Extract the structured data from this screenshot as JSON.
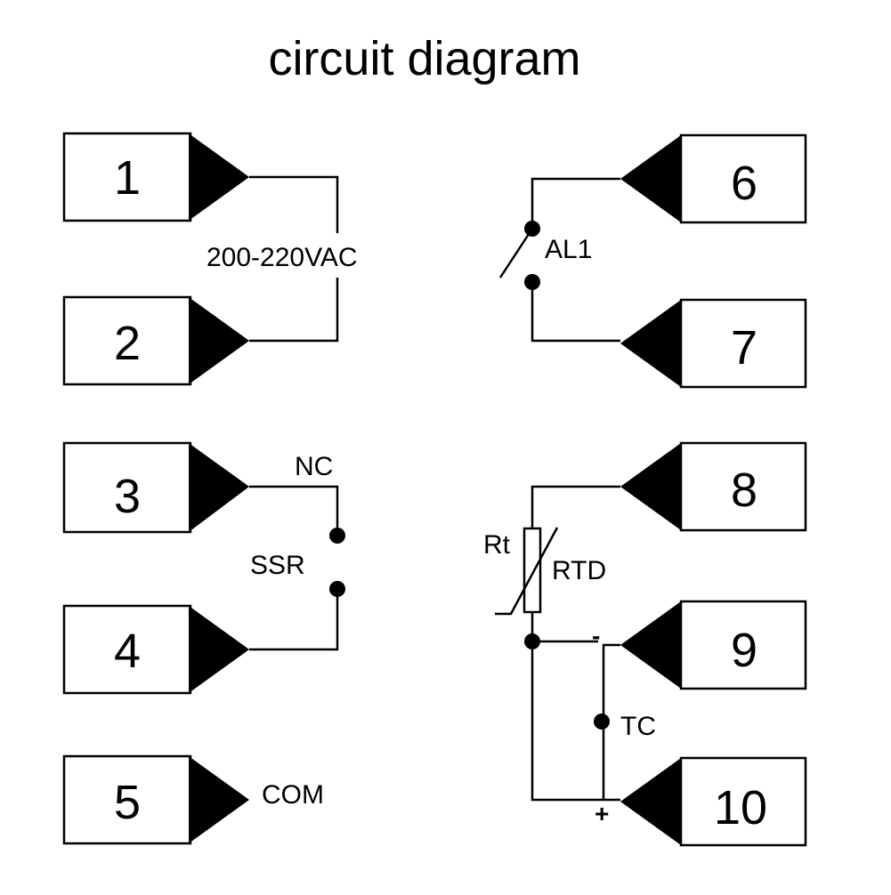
{
  "title": "circuit diagram",
  "terminals": {
    "t1": "1",
    "t2": "2",
    "t3": "3",
    "t4": "4",
    "t5": "5",
    "t6": "6",
    "t7": "7",
    "t8": "8",
    "t9": "9",
    "t10": "10"
  },
  "labels": {
    "power": "200-220VAC",
    "alarm": "AL1",
    "nc": "NC",
    "ssr": "SSR",
    "com": "COM",
    "rt": "Rt",
    "rtd": "RTD",
    "tc": "TC",
    "minus": "-",
    "plus": "+"
  },
  "colors": {
    "line": "#000000",
    "background": "#ffffff"
  }
}
